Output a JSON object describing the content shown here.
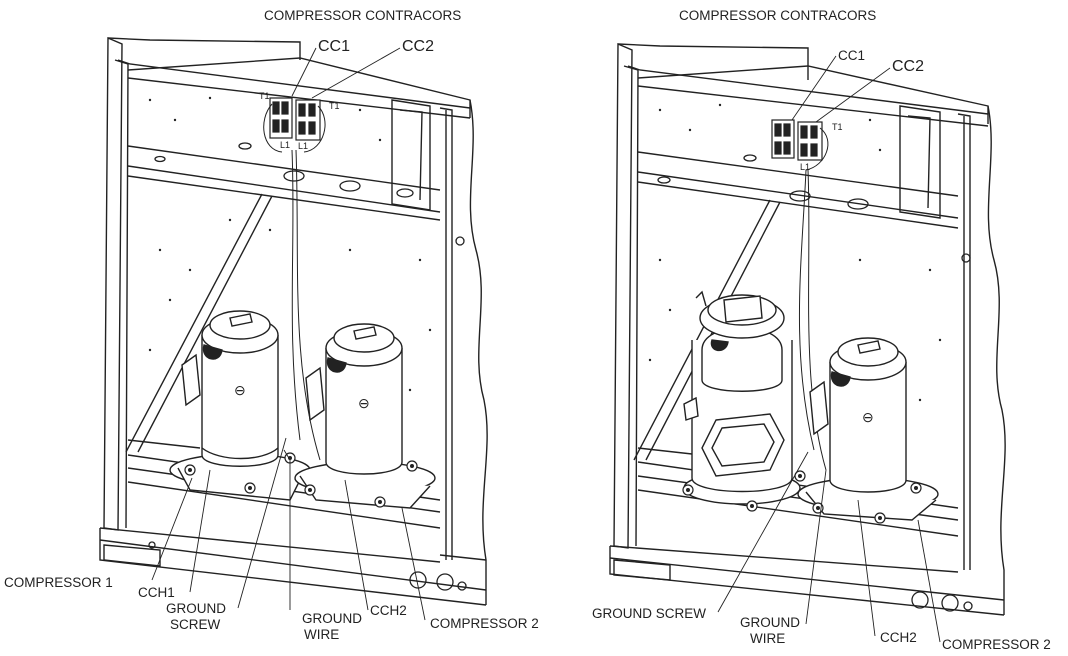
{
  "left_panel": {
    "title": "COMPRESSOR CONTRACORS",
    "cc1": "CC1",
    "cc2": "CC2",
    "terminal_t1_a": "T1",
    "terminal_t1_b": "T1",
    "terminal_l1_a": "L1",
    "terminal_l1_b": "L1",
    "compressor1": "COMPRESSOR 1",
    "cch1": "CCH1",
    "ground_screw_line1": "GROUND",
    "ground_screw_line2": "SCREW",
    "ground_wire_line1": "GROUND",
    "ground_wire_line2": "WIRE",
    "cch2": "CCH2",
    "compressor2": "COMPRESSOR 2"
  },
  "right_panel": {
    "title": "COMPRESSOR CONTRACORS",
    "cc1": "CC1",
    "cc2": "CC2",
    "terminal_t1": "T1",
    "terminal_l1": "L1",
    "ground_screw": "GROUND SCREW",
    "ground_wire_line1": "GROUND",
    "ground_wire_line2": "WIRE",
    "cch2": "CCH2",
    "compressor2": "COMPRESSOR 2"
  }
}
